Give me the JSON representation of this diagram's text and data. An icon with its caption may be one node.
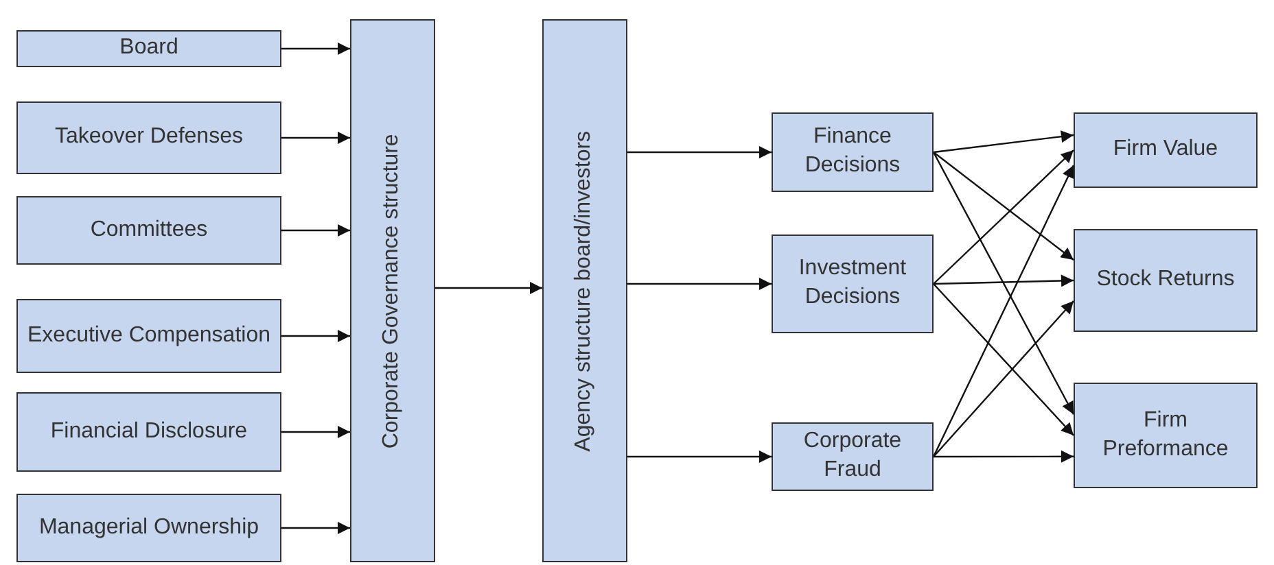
{
  "diagram": {
    "nodes": [
      {
        "text": [
          "Board"
        ]
      },
      {
        "text": [
          "Takeover Defenses"
        ]
      },
      {
        "text": [
          "Committees"
        ]
      },
      {
        "text": [
          "Executive Compensation"
        ]
      },
      {
        "text": [
          "Financial Disclosure"
        ]
      },
      {
        "text": [
          "Managerial Ownership"
        ]
      },
      {
        "text": [
          "Corporate Governance structure"
        ]
      },
      {
        "text": [
          "Agency structure board/investors"
        ]
      },
      {
        "text": [
          "Finance Decisions"
        ]
      },
      {
        "text": [
          "Investment Decisions"
        ]
      },
      {
        "text": [
          "Corporate Fraud"
        ]
      },
      {
        "text": [
          "Firm Value"
        ]
      },
      {
        "text": [
          "Stock Returns"
        ]
      },
      {
        "text": [
          "Firm Preformance"
        ]
      }
    ],
    "edges": [
      {
        "from": 0,
        "to": 6,
        "arrow": "to"
      },
      {
        "from": 1,
        "to": 6,
        "arrow": "to"
      },
      {
        "from": 2,
        "to": 6,
        "arrow": "to"
      },
      {
        "from": 3,
        "to": 6,
        "arrow": "to"
      },
      {
        "from": 4,
        "to": 6,
        "arrow": "to"
      },
      {
        "from": 5,
        "to": 6,
        "arrow": "to"
      },
      {
        "from": 6,
        "to": 7,
        "arrow": "to"
      },
      {
        "from": 7,
        "to": 8,
        "arrow": "to"
      },
      {
        "from": 7,
        "to": 9,
        "arrow": "to"
      },
      {
        "from": 7,
        "to": 10,
        "arrow": "to"
      },
      {
        "from": 8,
        "to": 11,
        "arrow": "to"
      },
      {
        "from": 8,
        "to": 12,
        "arrow": "to"
      },
      {
        "from": 8,
        "to": 13,
        "arrow": "to"
      },
      {
        "from": 9,
        "to": 11,
        "arrow": "to"
      },
      {
        "from": 9,
        "to": 12,
        "arrow": "to"
      },
      {
        "from": 9,
        "to": 13,
        "arrow": "to"
      },
      {
        "from": 10,
        "to": 11,
        "arrow": "to"
      },
      {
        "from": 10,
        "to": 12,
        "arrow": "to"
      },
      {
        "from": 10,
        "to": 13,
        "arrow": "to"
      }
    ]
  }
}
